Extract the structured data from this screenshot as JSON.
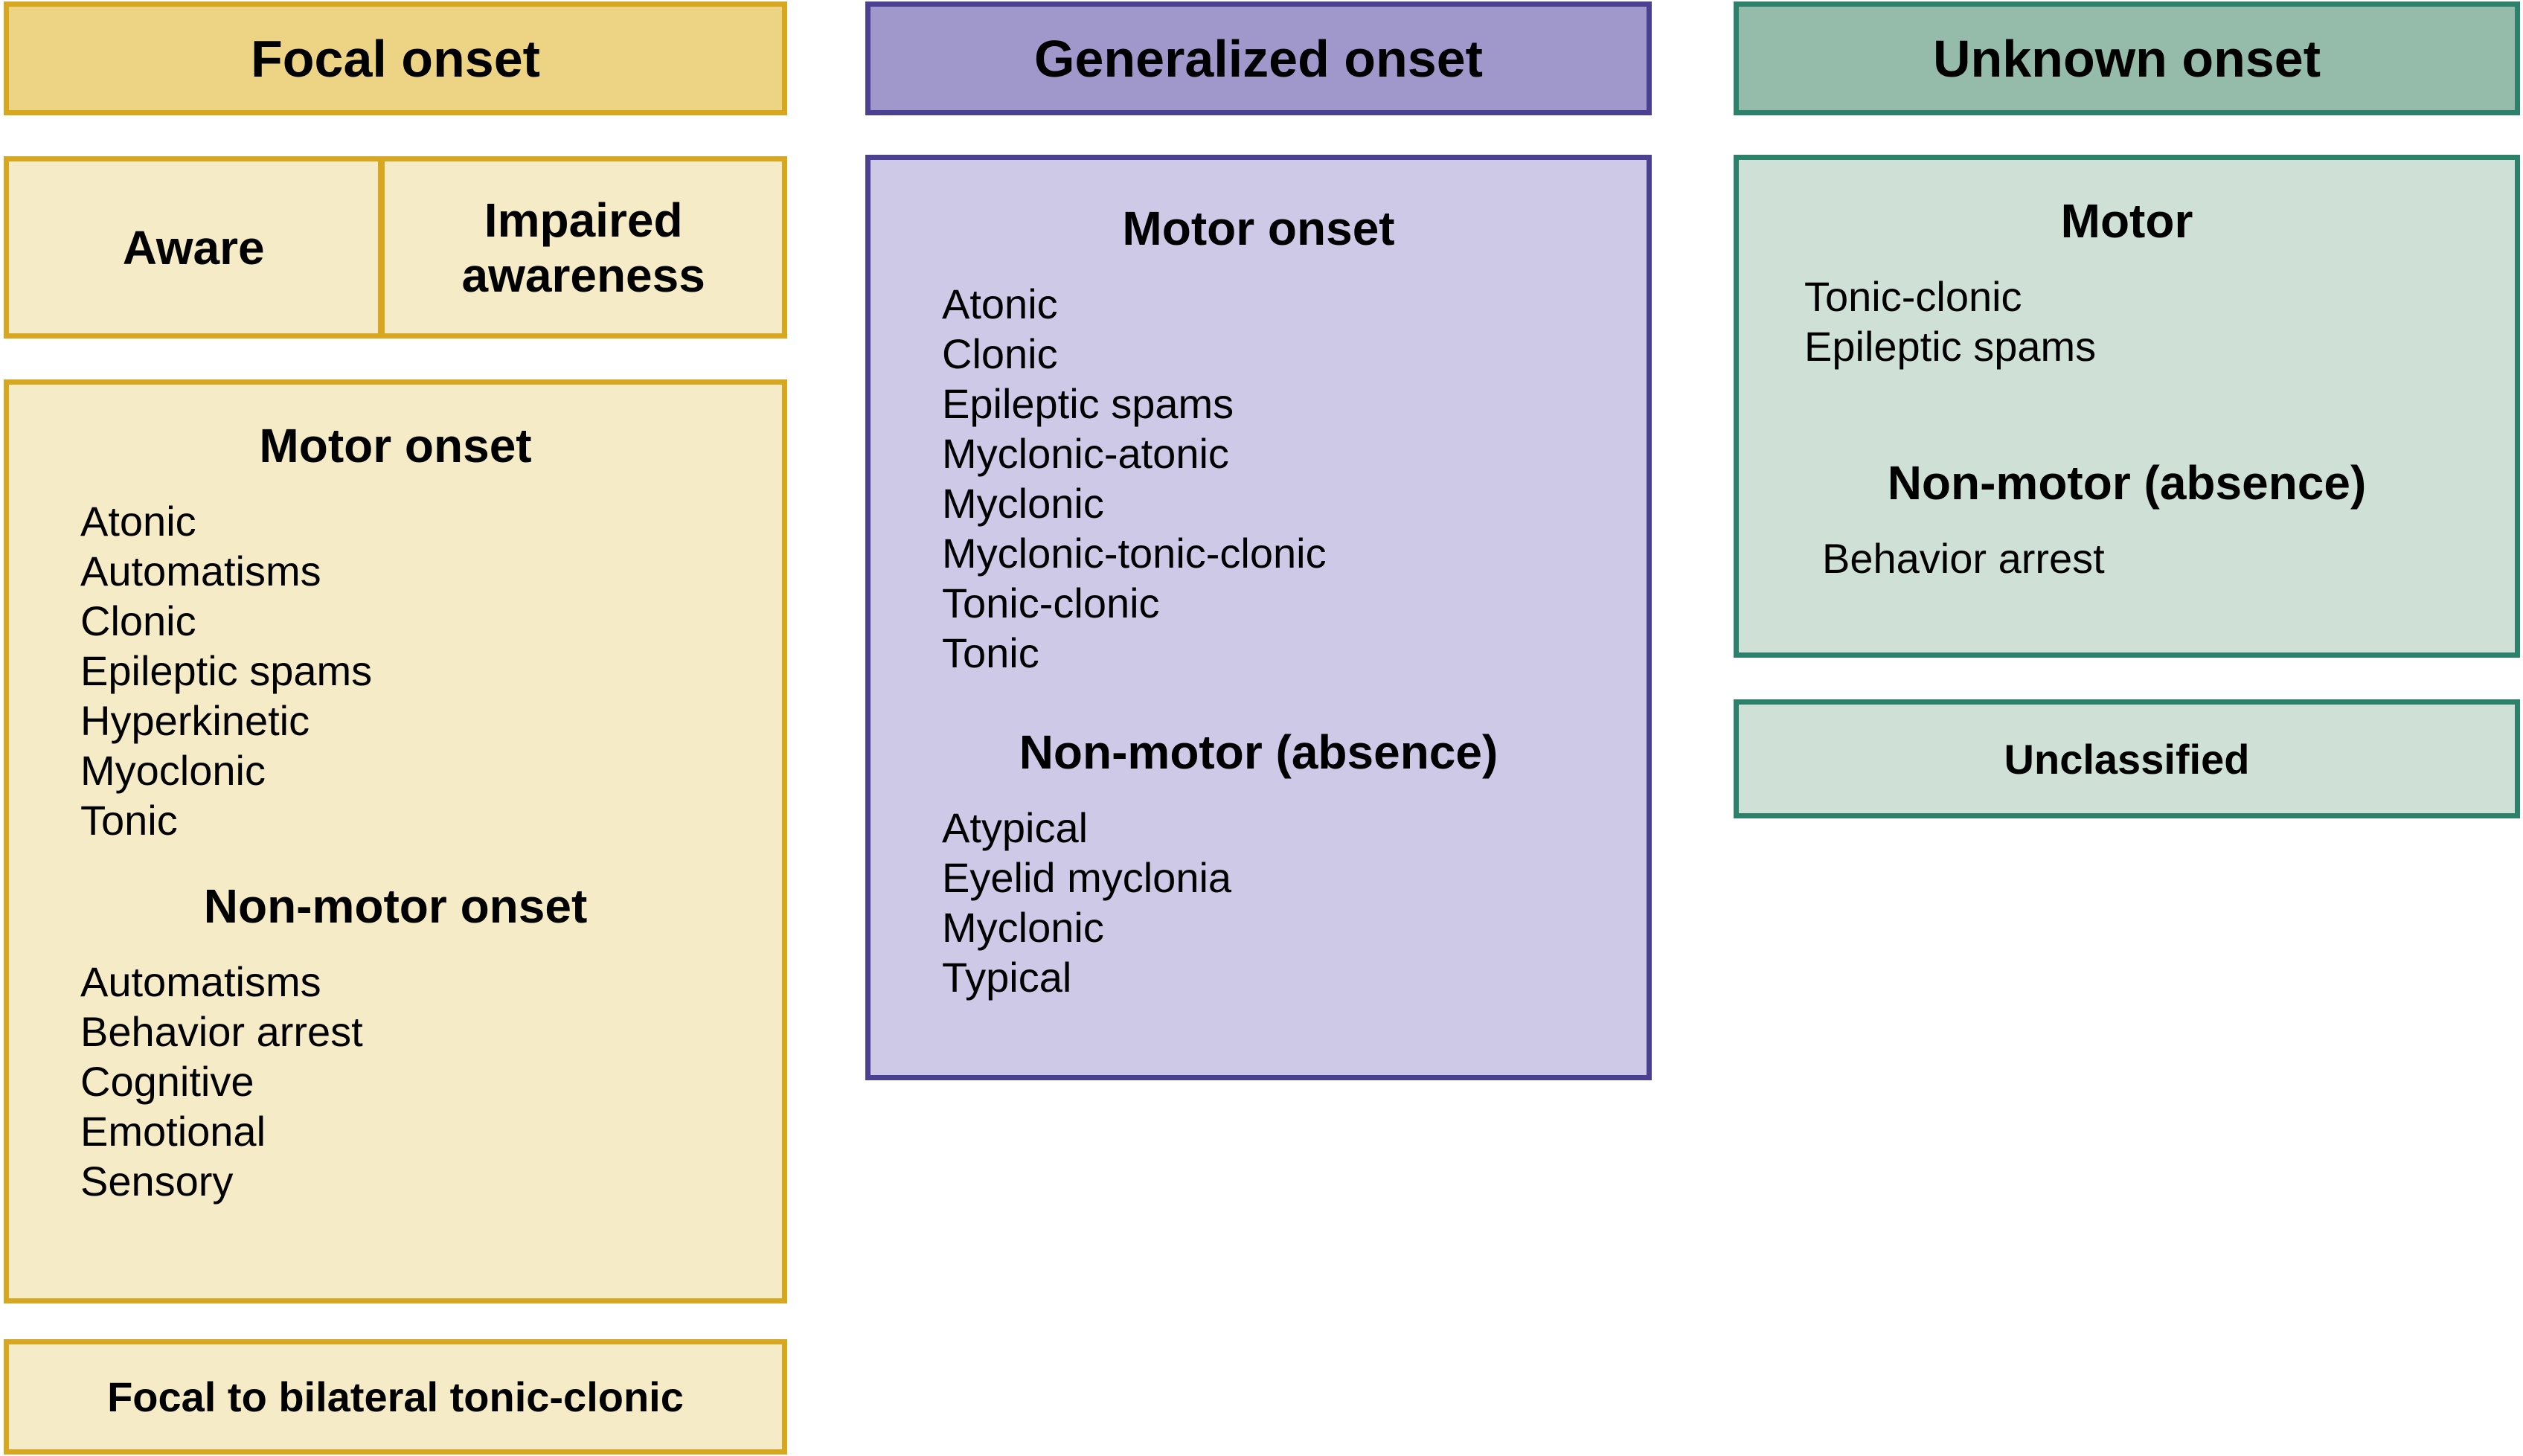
{
  "columns": [
    {
      "header": "Focal onset",
      "colors": {
        "border": "#d7a81f",
        "header_fill": "#edd484",
        "body_fill": "#f5ebc6"
      },
      "awareness_cells": {
        "left": "Aware",
        "right": "Impaired awareness"
      },
      "sections": [
        {
          "title": "Motor onset",
          "items": [
            "Atonic",
            "Automatisms",
            "Clonic",
            "Epileptic spams",
            "Hyperkinetic",
            "Myoclonic",
            "Tonic"
          ]
        },
        {
          "title": "Non-motor onset",
          "items": [
            "Automatisms",
            "Behavior arrest",
            "Cognitive",
            "Emotional",
            "Sensory"
          ]
        }
      ],
      "footer": "Focal to bilateral tonic-clonic"
    },
    {
      "header": "Generalized onset",
      "colors": {
        "border": "#4b4092",
        "header_fill": "#a097cb",
        "body_fill": "#cdc9e7"
      },
      "sections": [
        {
          "title": "Motor onset",
          "items": [
            "Atonic",
            "Clonic",
            "Epileptic spams",
            "Myclonic-atonic",
            "Myclonic",
            "Myclonic-tonic-clonic",
            "Tonic-clonic",
            "Tonic"
          ]
        },
        {
          "title": "Non-motor (absence)",
          "items": [
            "Atypical",
            "Eyelid myclonia",
            "Myclonic",
            "Typical"
          ]
        }
      ]
    },
    {
      "header": "Unknown onset",
      "colors": {
        "border": "#2d8069",
        "header_fill": "#95bcab",
        "body_fill": "#cfe0d6"
      },
      "sections": [
        {
          "title": "Motor",
          "items": [
            "Tonic-clonic",
            "Epileptic spams"
          ]
        },
        {
          "title": "Non-motor (absence)",
          "items": [
            "Behavior arrest"
          ]
        }
      ],
      "footer": "Unclassified"
    }
  ]
}
